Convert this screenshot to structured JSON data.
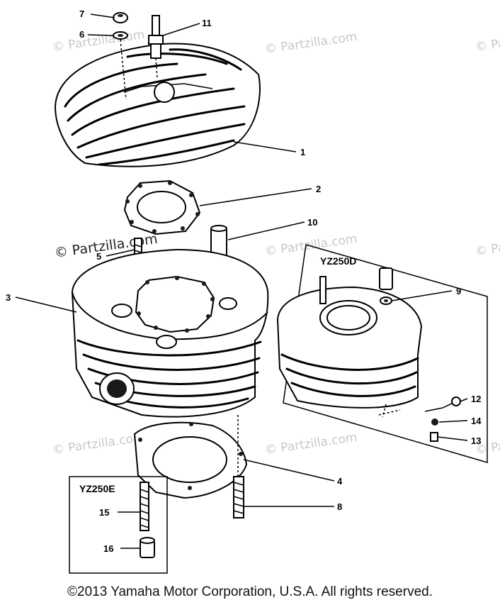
{
  "watermarks": [
    "© Partzilla.com",
    "© Partzilla.com",
    "© Partzilla.com",
    "© Partzilla.com",
    "© Partzilla.com",
    "© Partzilla.com",
    "© Partzilla.com",
    "© Partzilla.com"
  ],
  "watermark_strong": "© Partzilla.com",
  "insets": {
    "right": "YZ250D",
    "bottom": "YZ250E"
  },
  "callouts": [
    "7",
    "6",
    "11",
    "1",
    "2",
    "10",
    "5",
    "3",
    "9",
    "12",
    "14",
    "13",
    "4",
    "8",
    "15",
    "16"
  ],
  "copyright": "©2013 Yamaha Motor Corporation, U.S.A. All rights reserved."
}
